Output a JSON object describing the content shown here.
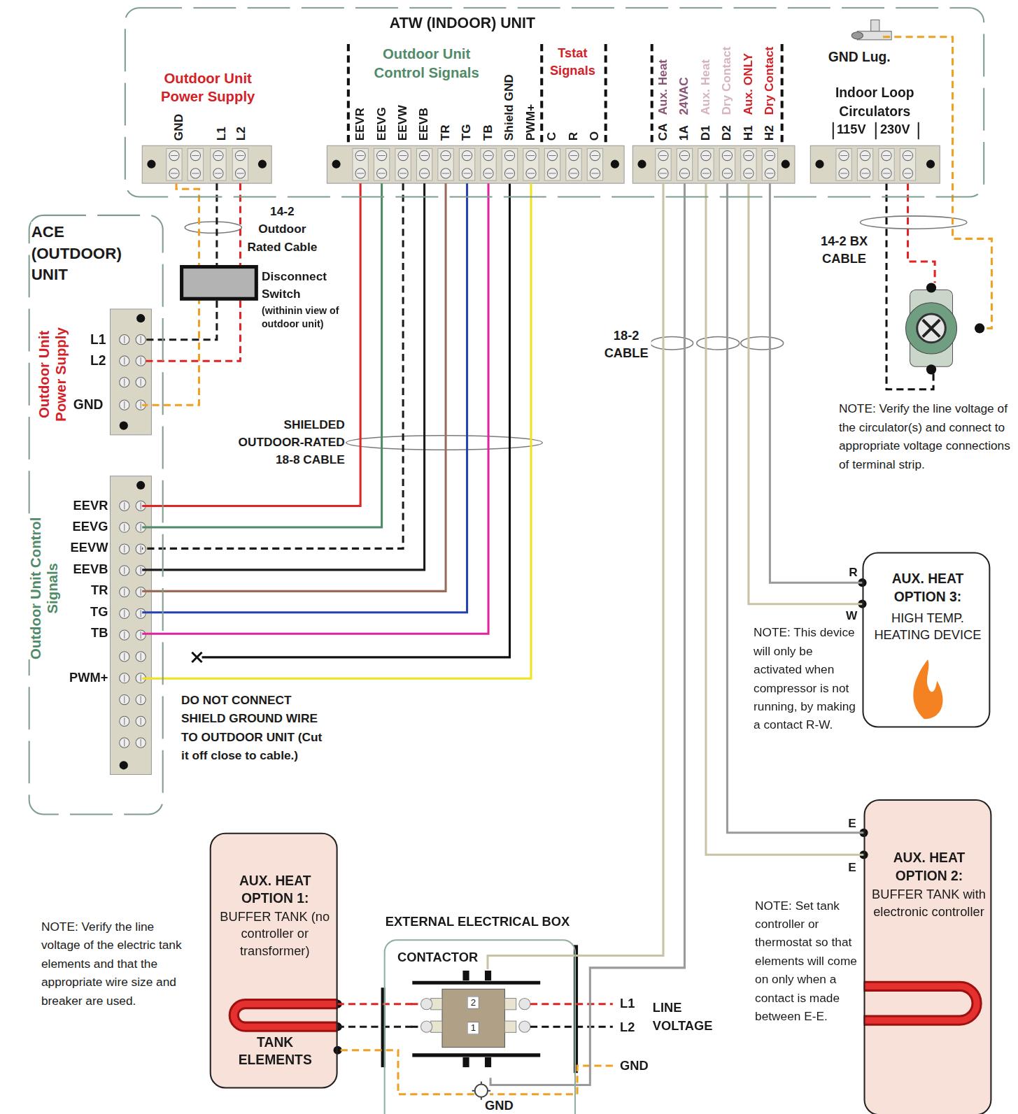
{
  "diagram": {
    "nodes": [
      {
        "text": [
          "ATW (INDOOR) UNIT"
        ]
      },
      {
        "text": [
          "ACE (OUTDOOR) UNIT"
        ]
      },
      {
        "text": [
          "Disconnect Switch",
          "(withinin view of outdoor unit)"
        ]
      },
      {
        "text": [
          "AUX. HEAT OPTION 3:",
          "HIGH TEMP. HEATING DEVICE"
        ]
      },
      {
        "text": [
          "AUX. HEAT OPTION 2:",
          "BUFFER TANK with electronic controller"
        ]
      },
      {
        "text": [
          "AUX. HEAT OPTION 1:",
          "BUFFER TANK (no controller or transformer)",
          "TANK ELEMENTS"
        ]
      },
      {
        "text": [
          "EXTERNAL ELECTRICAL BOX"
        ]
      },
      {
        "text": [
          "CONTACTOR"
        ],
        "in": 6
      }
    ],
    "edges": [
      {
        "from": 0,
        "to": 2,
        "arrow": "none"
      },
      {
        "from": 0,
        "to": 2,
        "arrow": "none"
      },
      {
        "from": 2,
        "to": 1,
        "arrow": "none"
      },
      {
        "from": 2,
        "to": 1,
        "arrow": "none"
      },
      {
        "from": 0,
        "to": 1,
        "arrow": "none"
      },
      {
        "from": 0,
        "to": 1,
        "arrow": "none"
      },
      {
        "from": 0,
        "to": 1,
        "arrow": "none"
      },
      {
        "from": 0,
        "to": 1,
        "arrow": "none"
      },
      {
        "from": 0,
        "to": 1,
        "arrow": "none"
      },
      {
        "from": 0,
        "to": 1,
        "arrow": "none"
      },
      {
        "from": 0,
        "to": 1,
        "arrow": "none"
      },
      {
        "from": 0,
        "to": 1,
        "arrow": "none"
      },
      {
        "from": 0,
        "to": 1,
        "arrow": "none"
      },
      {
        "from": 0,
        "to": 3,
        "arrow": "none"
      },
      {
        "from": 0,
        "to": 3,
        "arrow": "none"
      },
      {
        "from": 0,
        "to": 4,
        "arrow": "none"
      },
      {
        "from": 0,
        "to": 4,
        "arrow": "none"
      },
      {
        "from": 0,
        "to": 7,
        "arrow": "none"
      },
      {
        "from": 0,
        "to": 7,
        "arrow": "none"
      },
      {
        "from": 7,
        "to": 5,
        "arrow": "none"
      },
      {
        "from": 7,
        "to": 5,
        "arrow": "none"
      },
      {
        "from": 6,
        "to": 5,
        "arrow": "none"
      }
    ],
    "labels": [
      "Outdoor Unit Power Supply",
      "GND",
      "L1",
      "L2",
      "Outdoor Unit Control Signals",
      "EEVR",
      "EEVG",
      "EEVW",
      "EEVB",
      "TR",
      "TG",
      "TB",
      "Shield GND",
      "PWM+",
      "Tstat Signals",
      "C",
      "R",
      "O",
      "CA",
      "Aux. Heat",
      "1A",
      "24VAC",
      "D1",
      "Aux. Heat",
      "D2",
      "Dry Contact",
      "H1",
      "Aux. ONLY",
      "H2",
      "Dry Contact",
      "GND Lug.",
      "Indoor Loop Circulators",
      "115V",
      "230V",
      "14-2 Outdoor Rated Cable",
      "14-2 BX CABLE",
      "NOTE: Verify the line voltage of the circulator(s) and connect to appropriate voltage connections of terminal strip.",
      "Outdoor Unit Power Supply",
      "L1",
      "L2",
      "GND",
      "Outdoor Unit Control Signals",
      "EEVR",
      "EEVG",
      "EEVW",
      "EEVB",
      "TR",
      "TG",
      "TB",
      "PWM+",
      "SHIELDED OUTDOOR-RATED 18-8 CABLE",
      "DO NOT CONNECT SHIELD GROUND WIRE TO OUTDOOR UNIT (Cut it off close to cable.)",
      "18-2 CABLE",
      "R",
      "W",
      "NOTE: This device will only be activated when compressor is not running, by making a contact R-W.",
      "E",
      "E",
      "NOTE: Set tank controller or thermostat so that elements will come on only when a contact is made between E-E.",
      "NOTE: Verify the line voltage of the electric tank elements and that the appropriate wire size and breaker are used.",
      "2",
      "1",
      "L1",
      "L2",
      "GND",
      "LINE VOLTAGE",
      "GND"
    ]
  }
}
